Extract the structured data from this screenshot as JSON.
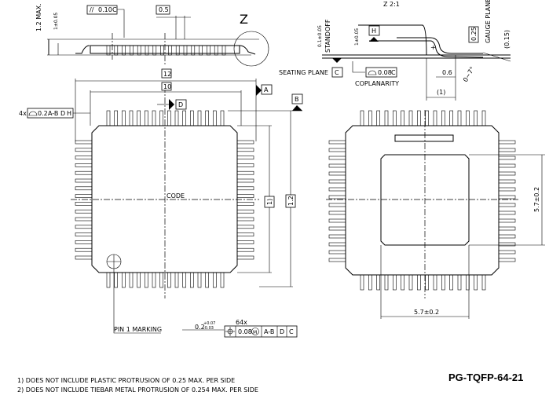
{
  "title": "PG-TQFP-64-21",
  "notes": [
    "1) DOES NOT INCLUDE PLASTIC PROTRUSION OF 0.25 MAX. PER SIDE",
    "2) DOES NOT INCLUDE TIEBAR METAL PROTRUSION OF 0.254 MAX. PER SIDE"
  ],
  "side": {
    "height_max": "1.2 MAX.",
    "body": "1±0.05",
    "parallel_tol": "0.10",
    "parallel_datum": "C",
    "pitch": "0.5",
    "detail": "Z"
  },
  "detail": {
    "title": "Z 2:1",
    "standoff": "0.1±0.05",
    "standoff_label": "STANDOFF",
    "body": "1±0.05",
    "datum_h": "H",
    "seating": "SEATING PLANE",
    "datum_c": "C",
    "coplanarity_tol": "0.08",
    "coplanarity": "COPLANARITY",
    "gauge": "0.25",
    "gauge_label": "GAUGE PLANE",
    "ref015": "(0.15)",
    "foot": "0.6",
    "angle": "0~7°",
    "ref1": "(1)"
  },
  "top": {
    "dim12": "12",
    "dim10": "10",
    "datum_a": "A",
    "datum_b": "B",
    "datum_d": "D",
    "profile_count": "4x",
    "profile_tol": "0.2",
    "profile_datums": [
      "A-B",
      "D",
      "H"
    ],
    "code": "CODE",
    "dim1": "1)",
    "dim12v": "1.2",
    "pin1": "PIN 1 MARKING",
    "lead_width": "0.2",
    "lead_tol_plus": "+0.07",
    "lead_tol_minus": "-0.03",
    "pos_count": "64x",
    "pos_tol": "0.08",
    "pos_mod": "M",
    "pos_datums": [
      "A-B",
      "D",
      "C"
    ]
  },
  "bottom": {
    "pad_h": "5.7±0.2",
    "pad_v": "5.7±0.2"
  },
  "pins_per_side": 16
}
